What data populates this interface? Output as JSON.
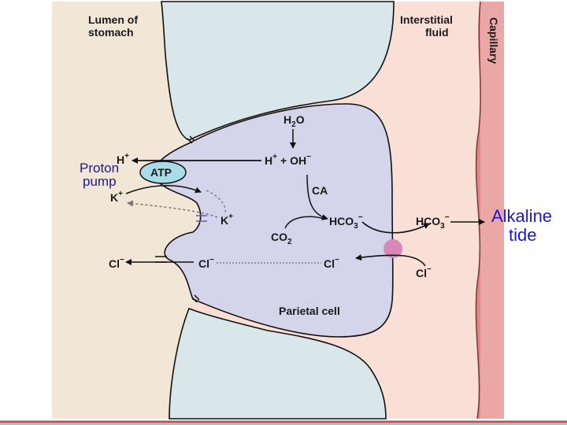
{
  "regions": {
    "lumen_line1": "Lumen of",
    "lumen_line2": "stomach",
    "interstitial_line1": "Interstitial",
    "interstitial_line2": "fluid",
    "capillary": "Capillary",
    "parietal_cell": "Parietal cell"
  },
  "chemistry": {
    "h2o": "H",
    "h2o_sub": "2",
    "h2o_tail": "O",
    "h_plus_oh": "H",
    "oh": "OH",
    "ca": "CA",
    "hco3_cell": "HCO",
    "hco3_interstitial": "HCO",
    "co2": "CO",
    "co2_sub": "2",
    "atp": "ATP",
    "h_lumen": "H",
    "k_lumen": "K",
    "k_cell": "K",
    "cl_lumen": "Cl",
    "cl_cell_left": "Cl",
    "cl_cell_right": "Cl",
    "cl_interstitial": "Cl",
    "plus": "+",
    "minus": "−",
    "sub3": "3"
  },
  "annotations": {
    "proton_line1": "Proton",
    "proton_line2": "pump",
    "alkaline_line1": "Alkaline",
    "alkaline_line2": "tide"
  },
  "colors": {
    "background": "#f2e6d6",
    "interstitial": "#f9dfd6",
    "capillary": "#eaa7a5",
    "cell": "#d4d4ea",
    "lumen_cells": "#d9e6ea",
    "transporter": "#d987b8",
    "atp_oval": "#a8dde8",
    "annotation_blue": "#1a1acc"
  }
}
